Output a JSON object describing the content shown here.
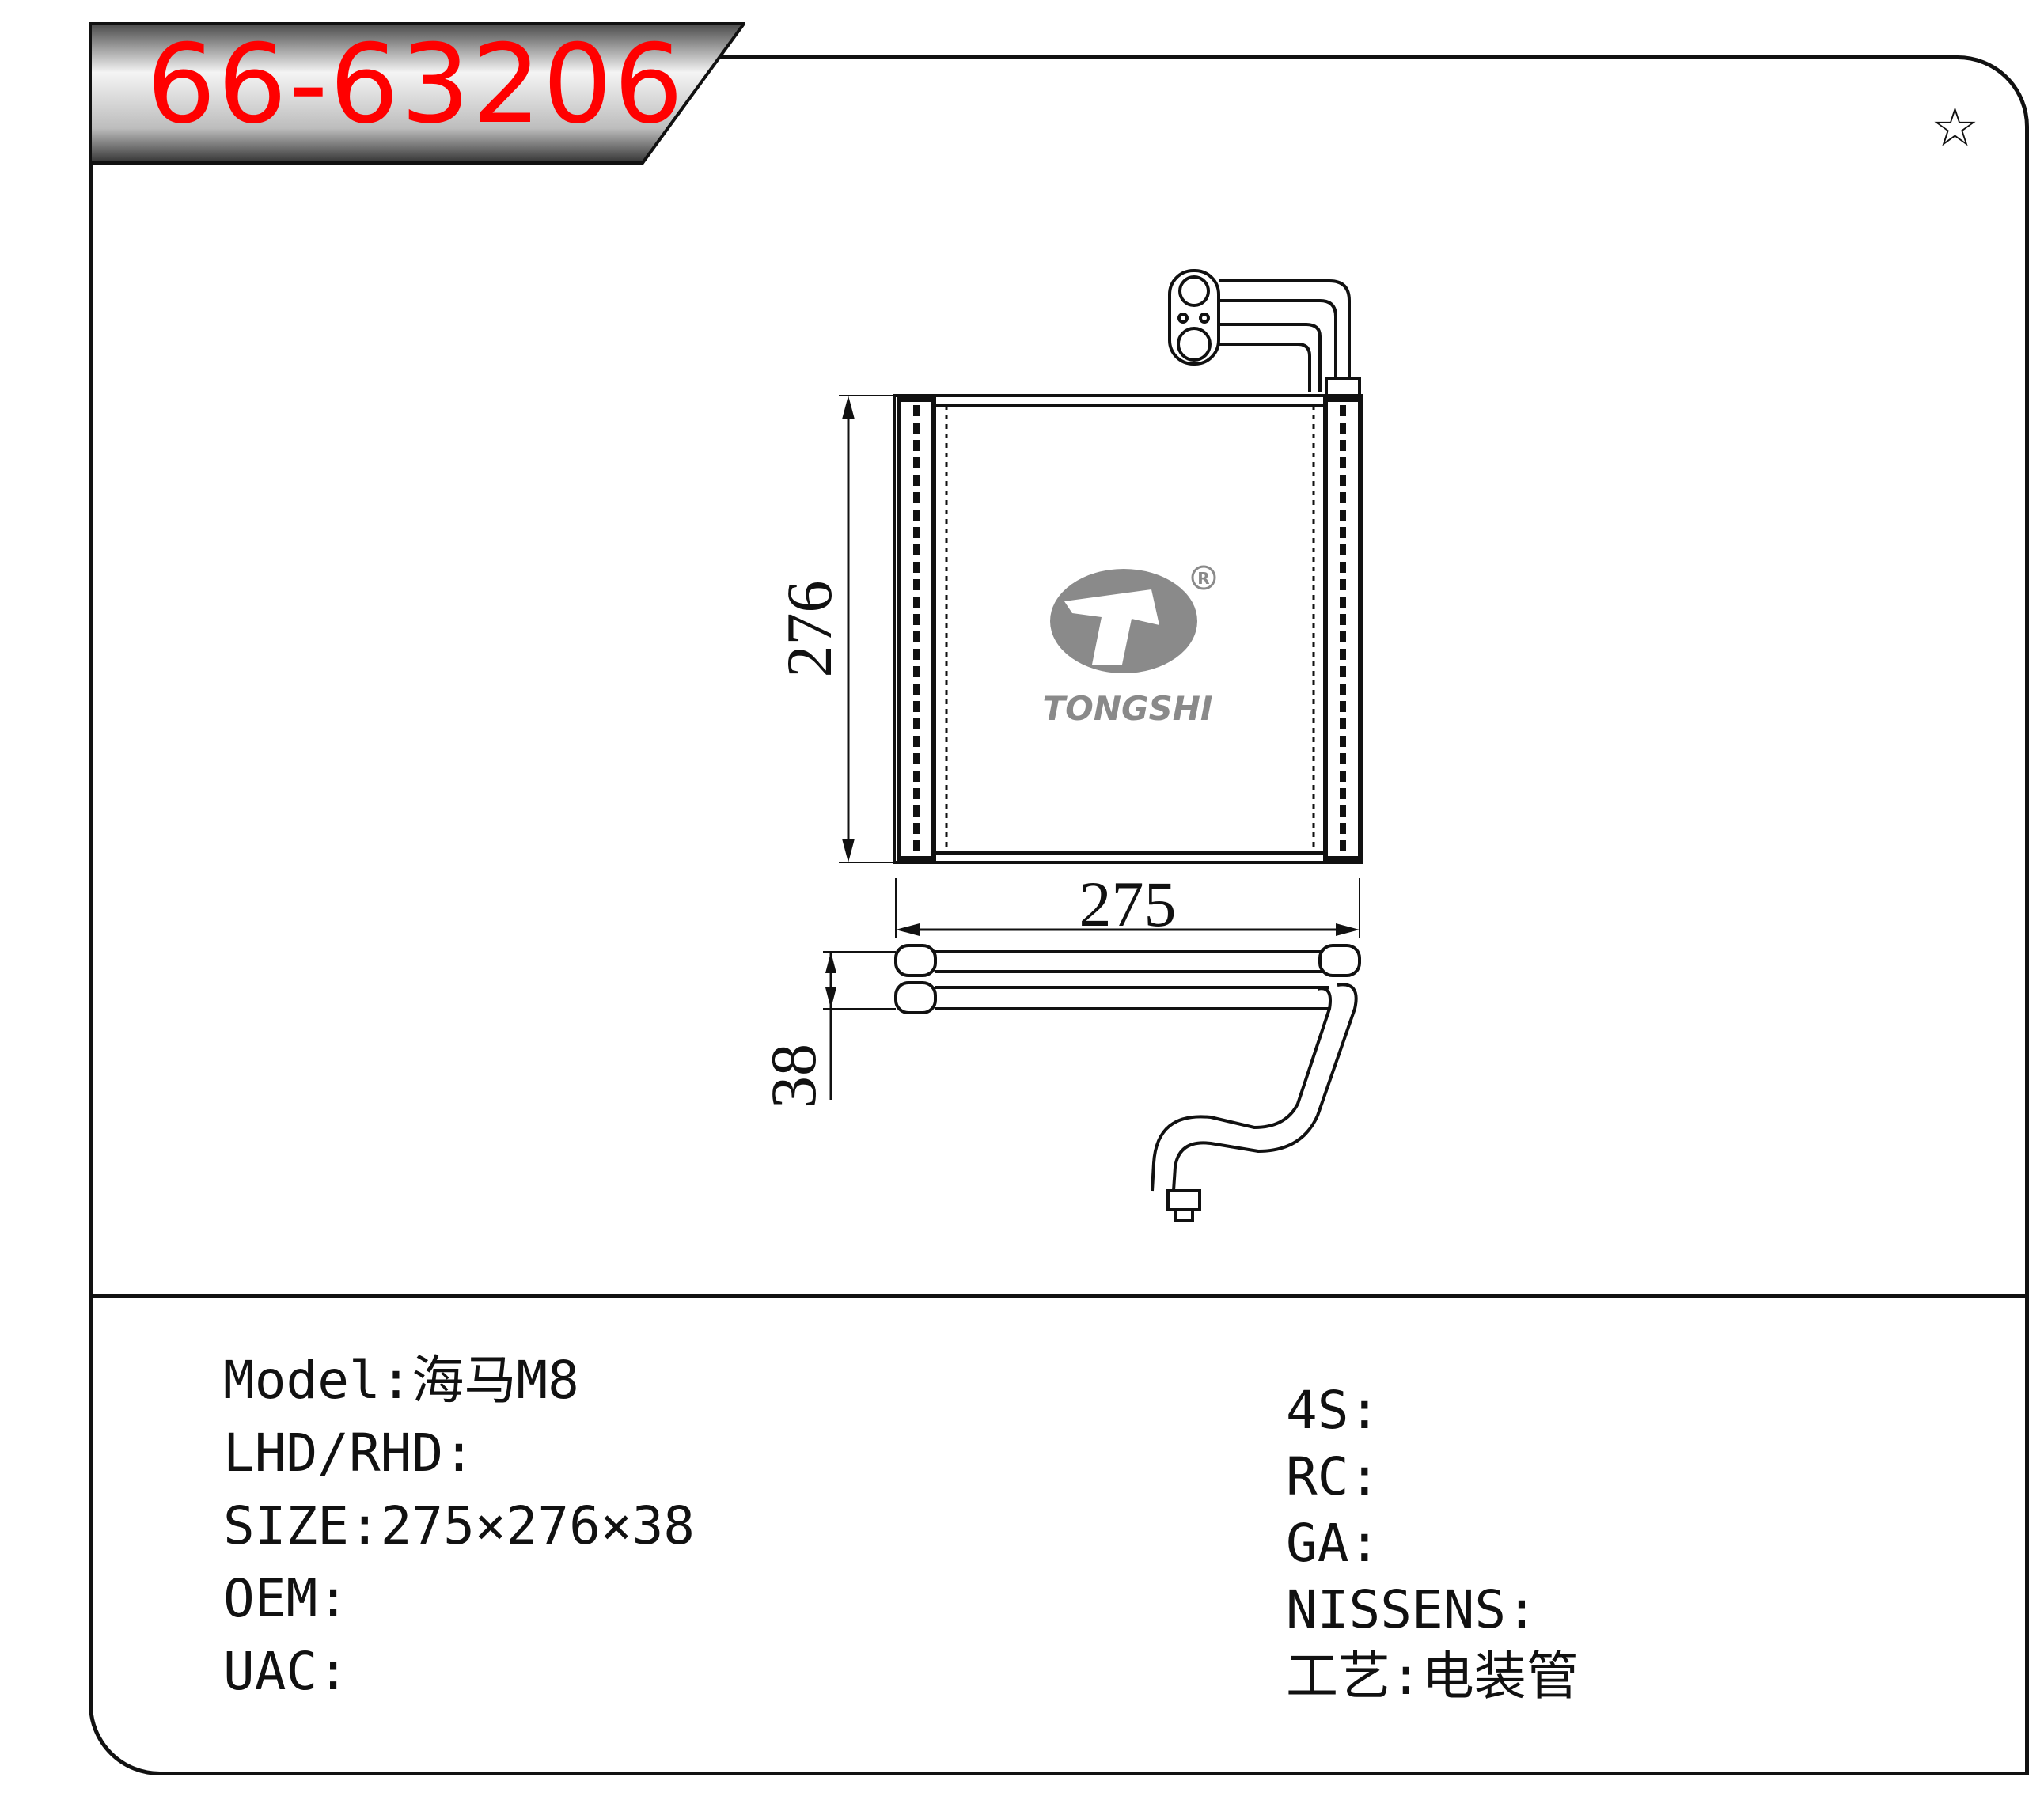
{
  "header": {
    "part_number": "66-63206",
    "star_icon": "star-outline-icon"
  },
  "drawing": {
    "dim_height": "276",
    "dim_width": "275",
    "dim_depth": "38",
    "logo_text": "TONGSHI",
    "registered_mark": "R"
  },
  "specs_left": [
    {
      "label": "Model:",
      "value": "海马M8"
    },
    {
      "label": "LHD/RHD:",
      "value": ""
    },
    {
      "label": "SIZE:",
      "value": "275×276×38"
    },
    {
      "label": "OEM:",
      "value": ""
    },
    {
      "label": "UAC:",
      "value": ""
    }
  ],
  "specs_right": [
    {
      "label": "4S:",
      "value": ""
    },
    {
      "label": "RC:",
      "value": ""
    },
    {
      "label": "GA:",
      "value": ""
    },
    {
      "label": "NISSENS:",
      "value": ""
    },
    {
      "label": "工艺:",
      "value": "电装管"
    }
  ],
  "colors": {
    "part_number": "#ff0000",
    "logo_gray": "#8a8a8a",
    "line": "#111111"
  }
}
